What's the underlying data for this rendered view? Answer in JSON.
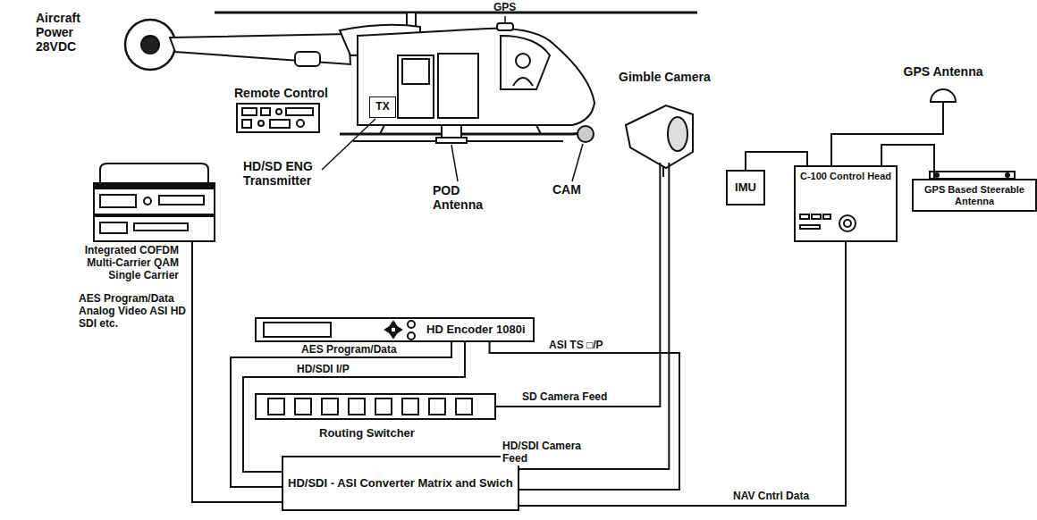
{
  "diagram": {
    "nodes": [
      {
        "text": [
          "Integrated COFDM Multi-Carrier QAM Single Carrier"
        ]
      },
      {
        "text": [
          "HD Encoder 1080i"
        ]
      },
      {
        "text": [
          "Routing Switcher"
        ]
      },
      {
        "text": [
          "HD/SDI - ASI Converter Matrix and Swich"
        ]
      },
      {
        "text": [
          "Gimble Camera"
        ]
      },
      {
        "text": [
          "IMU"
        ]
      },
      {
        "text": [
          "C-100 Control Head"
        ]
      },
      {
        "text": [
          "GPS Antenna"
        ]
      },
      {
        "text": [
          "GPS Based Steerable Antenna"
        ]
      },
      {
        "text": [
          "TX"
        ]
      },
      {
        "text": [
          "Remote Control"
        ]
      }
    ],
    "edges": [
      {
        "from": 0,
        "to": 3,
        "arrow": "none",
        "label": "AES Program/Data Analog Video ASI HD SDI etc."
      },
      {
        "from": 1,
        "to": 3,
        "arrow": "none",
        "label": "AES Program/Data"
      },
      {
        "from": 3,
        "to": 1,
        "arrow": "none",
        "label": "HD/SDI I/P"
      },
      {
        "from": 1,
        "to": 3,
        "arrow": "none",
        "label": "ASI TS □/P"
      },
      {
        "from": 4,
        "to": 2,
        "arrow": "none",
        "label": "SD Camera Feed"
      },
      {
        "from": 4,
        "to": 3,
        "arrow": "none",
        "label": "HD/SDI Camera Feed"
      },
      {
        "from": 3,
        "to": 6,
        "arrow": "none",
        "label": "NAV Cntrl Data"
      },
      {
        "from": 5,
        "to": 6,
        "arrow": "none"
      },
      {
        "from": 7,
        "to": 6,
        "arrow": "none"
      },
      {
        "from": 6,
        "to": 8,
        "arrow": "none"
      }
    ],
    "labels": [
      "Aircraft Power 28VDC",
      "GPS",
      "HD/SD ENG Transmitter",
      "POD Antenna",
      "CAM"
    ]
  }
}
